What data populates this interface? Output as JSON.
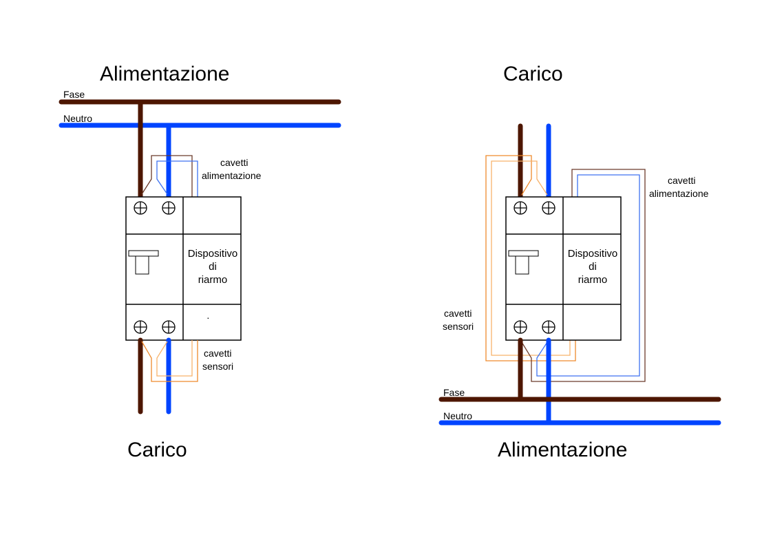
{
  "colors": {
    "fase": "#4d1600",
    "neutro": "#0044ff",
    "sensor_orange": "#ef8a2c",
    "sensor_orange_light": "#f7b26b",
    "feed_brown": "#6b3a2a",
    "feed_blue": "#3e72f0"
  },
  "left_diagram": {
    "title_top": "Alimentazione",
    "title_bottom": "Carico",
    "fase_label": "Fase",
    "neutro_label": "Neutro",
    "power_cables_label_line1": "cavetti",
    "power_cables_label_line2": "alimentazione",
    "sensor_cables_label_line1": "cavetti",
    "sensor_cables_label_line2": "sensori",
    "device_label_line1": "Dispositivo",
    "device_label_line2": "di",
    "device_label_line3": "riarmo",
    "dot": "·"
  },
  "right_diagram": {
    "title_top": "Carico",
    "title_bottom": "Alimentazione",
    "fase_label": "Fase",
    "neutro_label": "Neutro",
    "power_cables_label_line1": "cavetti",
    "power_cables_label_line2": "alimentazione",
    "sensor_cables_label_line1": "cavetti",
    "sensor_cables_label_line2": "sensori",
    "device_label_line1": "Dispositivo",
    "device_label_line2": "di",
    "device_label_line3": "riarmo"
  }
}
